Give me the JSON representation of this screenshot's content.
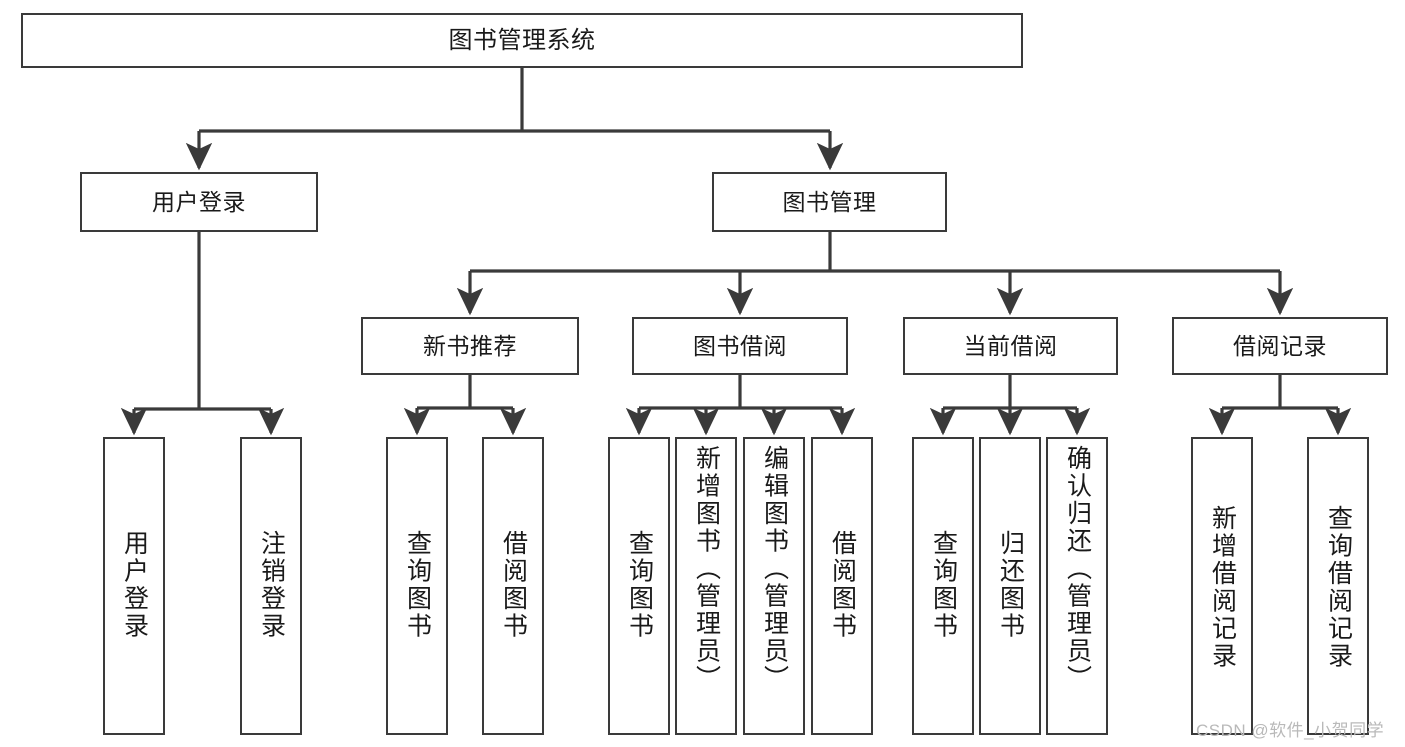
{
  "diagram": {
    "title": "图书管理系统",
    "type": "tree",
    "watermark": "CSDN @软件_小贺同学",
    "colors": {
      "node_border": "#3a3a3a",
      "node_fill": "#ffffff",
      "edge": "#3a3a3a",
      "text": "#1a1a1a",
      "watermark": "#b9b9b9",
      "background": "#ffffff"
    },
    "levels": {
      "root": {
        "label": "图书管理系统"
      },
      "level2": [
        {
          "label": "用户登录"
        },
        {
          "label": "图书管理"
        }
      ],
      "level3": [
        {
          "label": "新书推荐"
        },
        {
          "label": "图书借阅"
        },
        {
          "label": "当前借阅"
        },
        {
          "label": "借阅记录"
        }
      ],
      "leaves": [
        {
          "label": "用户登录",
          "parent": "用户登录"
        },
        {
          "label": "注销登录",
          "parent": "用户登录"
        },
        {
          "label": "查询图书",
          "parent": "新书推荐"
        },
        {
          "label": "借阅图书",
          "parent": "新书推荐"
        },
        {
          "label": "查询图书",
          "parent": "图书借阅"
        },
        {
          "label": "新增图书（管理员）",
          "parent": "图书借阅"
        },
        {
          "label": "编辑图书（管理员）",
          "parent": "图书借阅"
        },
        {
          "label": "借阅图书",
          "parent": "图书借阅"
        },
        {
          "label": "查询图书",
          "parent": "当前借阅"
        },
        {
          "label": "归还图书",
          "parent": "当前借阅"
        },
        {
          "label": "确认归还（管理员）",
          "parent": "当前借阅"
        },
        {
          "label": "新增借阅记录",
          "parent": "借阅记录"
        },
        {
          "label": "查询借阅记录",
          "parent": "借阅记录"
        }
      ]
    }
  }
}
